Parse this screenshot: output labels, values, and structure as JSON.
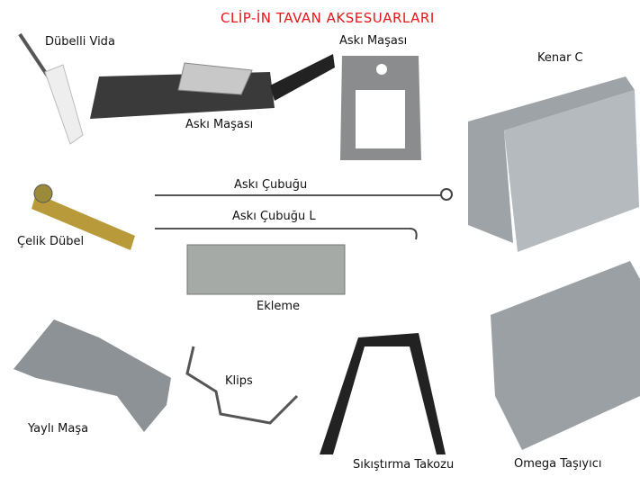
{
  "title": "CLİP-İN TAVAN AKSESUARLARI",
  "labels": {
    "dubelli_vida": "Dübelli Vida",
    "aski_masasi_top": "Askı Maşası",
    "aski_masasi_flat": "Askı Maşası",
    "kenar_c": "Kenar C",
    "celik_dubel": "Çelik Dübel",
    "aski_cubugu": "Askı Çubuğu",
    "aski_cubugu_l": "Askı Çubuğu L",
    "ekleme": "Ekleme",
    "yayli_masa": "Yaylı Maşa",
    "klips": "Klips",
    "sikistirma_takozu": "Sıkıştırma Takozu",
    "omega_tasiyici": "Omega Taşıyıcı"
  },
  "colors": {
    "title": "#e8141a",
    "metal": "#a8acb0",
    "dark": "#333333"
  }
}
